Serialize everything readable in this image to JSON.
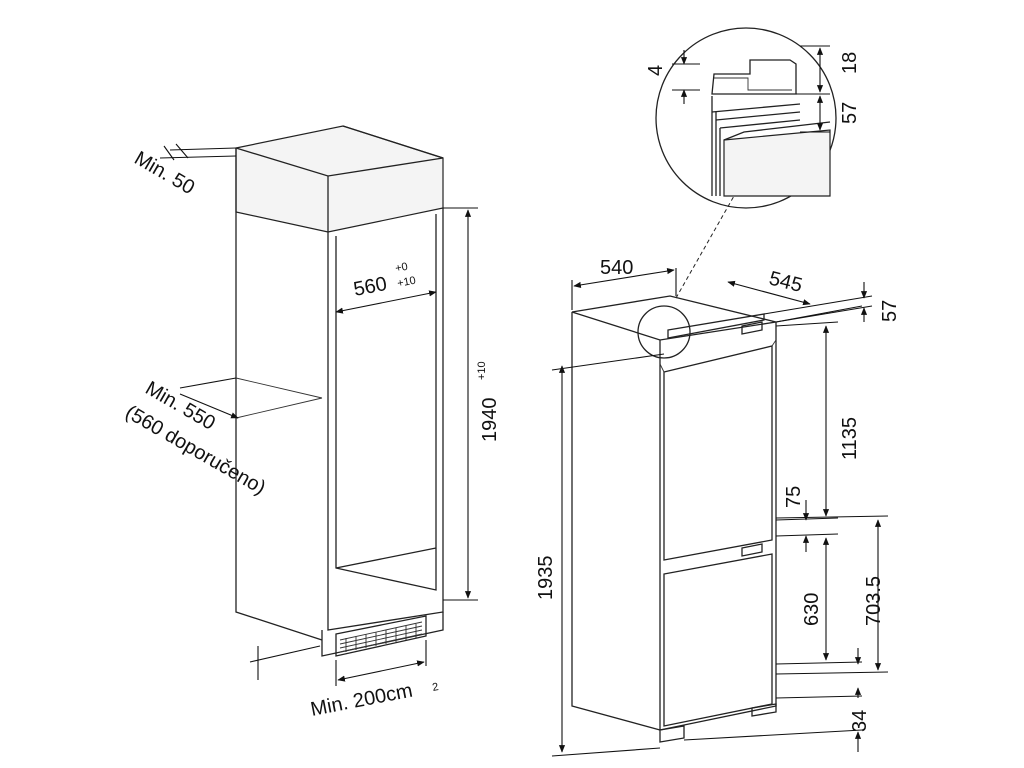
{
  "left_niche": {
    "min_gap_top": "Min. 50",
    "width": "560",
    "width_tol_upper": "+0",
    "width_tol_lower": "+10",
    "height": "1940",
    "height_tol": "+10",
    "depth_line1": "Min. 550",
    "depth_line2": "(560 doporučeno)",
    "vent_area": "Min. 200cm",
    "vent_area_sup": "2"
  },
  "appliance": {
    "width": "540",
    "depth": "545",
    "top_offset": "57",
    "height": "1935",
    "upper_door": "1135",
    "gap_between": "75",
    "lower_door": "630",
    "lower_section": "703.5",
    "bottom_offset": "34"
  },
  "detail": {
    "gap": "4",
    "profile_height": "18",
    "offset": "57"
  }
}
